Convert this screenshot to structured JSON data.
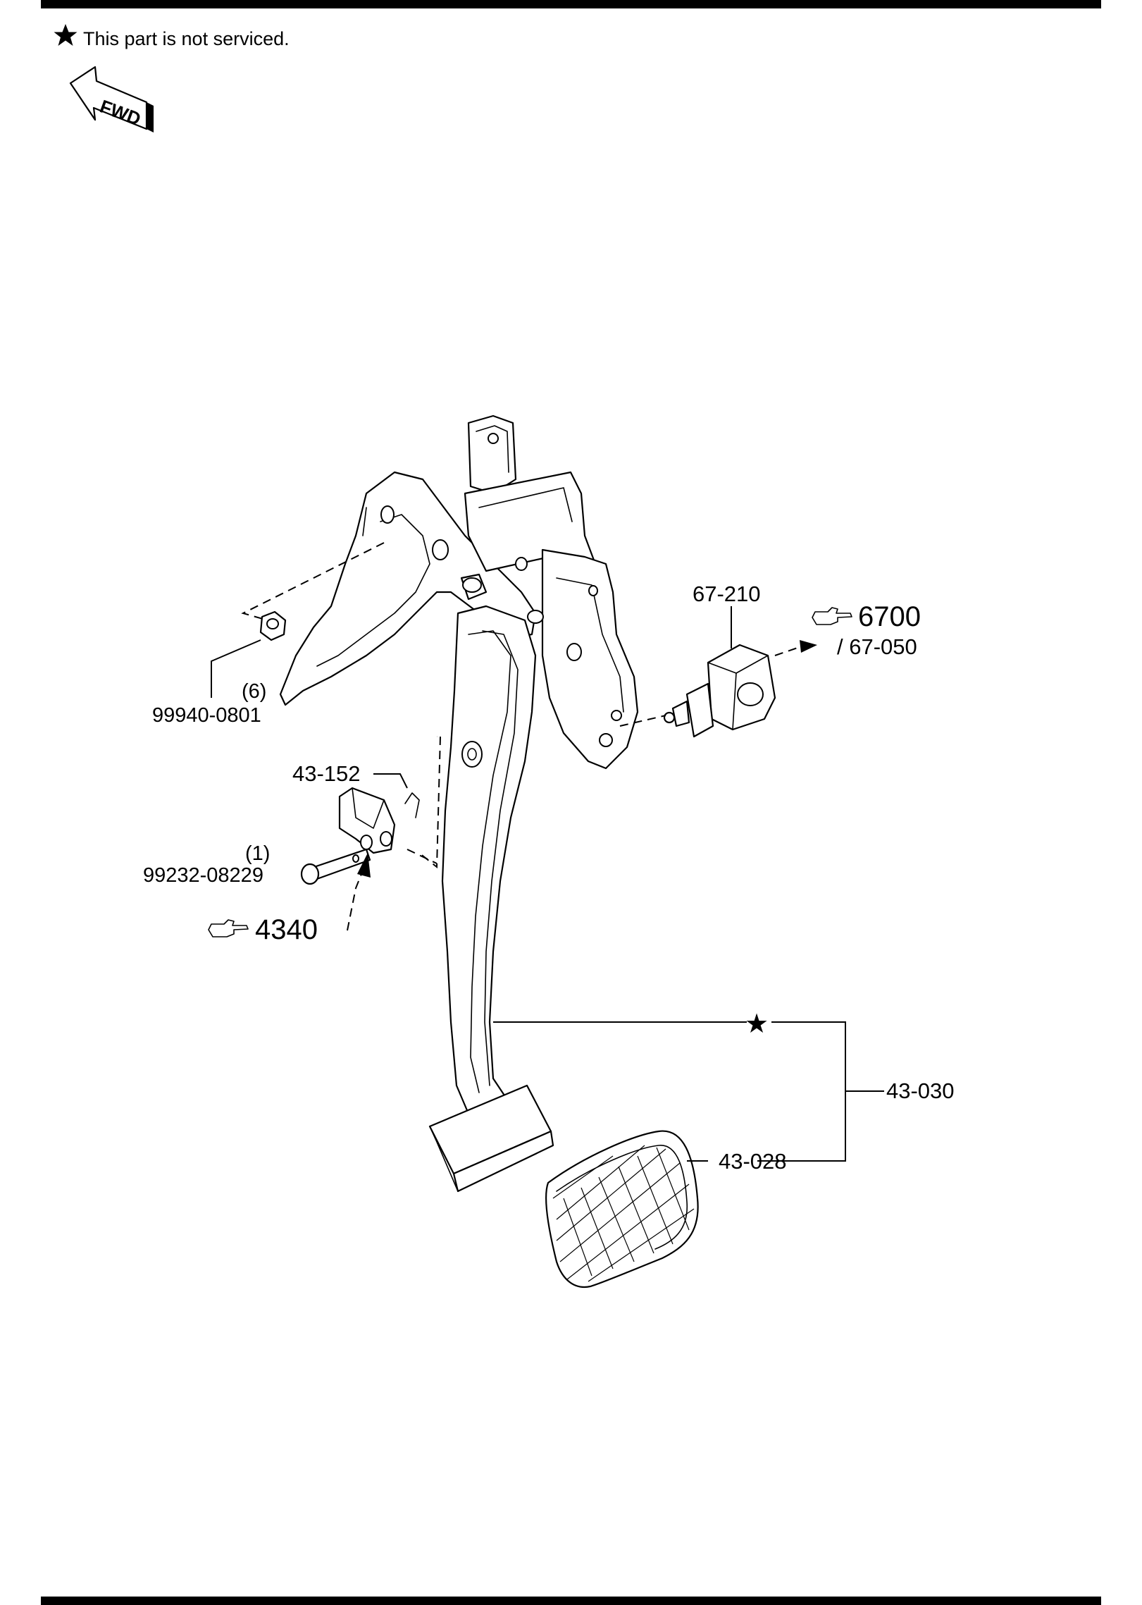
{
  "note": {
    "symbol": "★",
    "text": "This part is not serviced."
  },
  "fwd_arrow": {
    "label": "FWD"
  },
  "callouts": {
    "switch_part": "67-210",
    "ref_main": "6700",
    "ref_sub": "/ 67-050",
    "nut_qty": "(6)",
    "nut_part": "99940-0801",
    "clevis_part": "43-152",
    "pin_qty": "(1)",
    "pin_part": "99232-08229",
    "ref_pushrod": "4340",
    "pedal_assembly": "43-030",
    "pedal_pad": "43-028",
    "not_serviced_mark": "★"
  },
  "icons": {
    "reference": "pointing-hand-icon",
    "note": "star-icon",
    "direction": "fwd-arrow-icon"
  }
}
